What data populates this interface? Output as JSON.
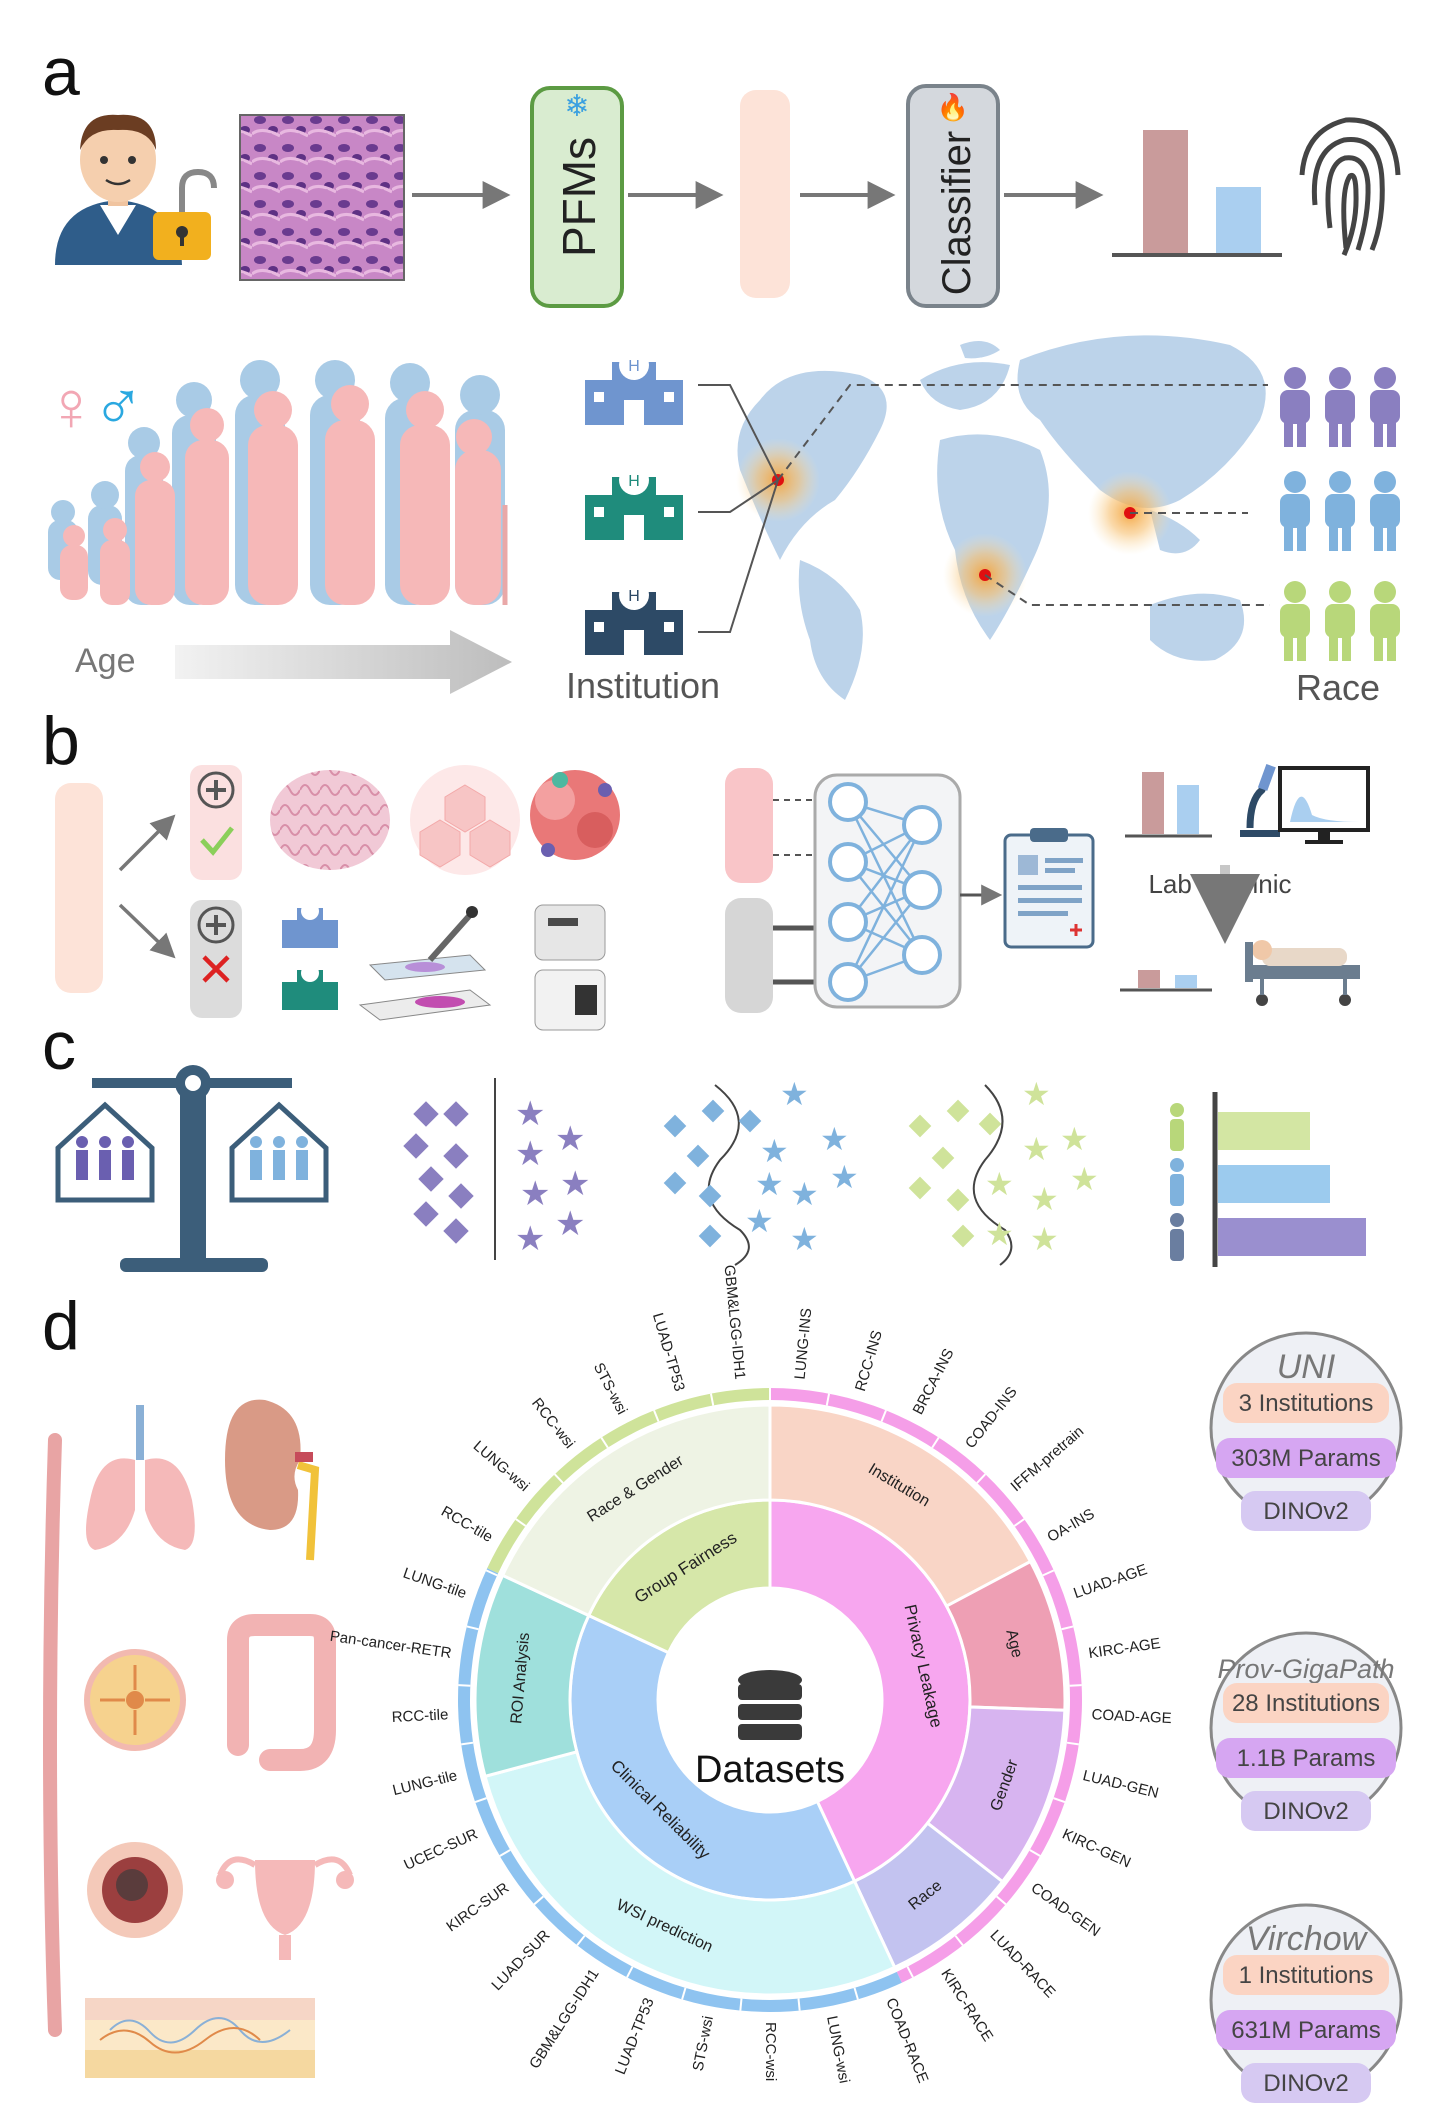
{
  "panels": {
    "a": "a",
    "b": "b",
    "c": "c",
    "d": "d"
  },
  "panel_a": {
    "pfm_label": "PFMs",
    "classifier_label": "Classifier",
    "age_label": "Age",
    "institution_label": "Institution",
    "race_label": "Race",
    "gender_symbols": {
      "female": "♀",
      "male": "♂"
    },
    "bar_colors": [
      "#c99b9b",
      "#aacff0"
    ]
  },
  "panel_b": {
    "lab_to_clinic": "Lab to Clinic"
  },
  "panel_d": {
    "center_label": "Datasets",
    "inner_ring": [
      "Group Fairness",
      "Privacy Leakage",
      "Clinical Reliability"
    ],
    "middle_ring": [
      "Race & Gender",
      "Institution",
      "Age",
      "Gender",
      "Race",
      "WSI prediction",
      "ROI Analysis"
    ],
    "outer_labels": [
      "LUNG-INS",
      "RCC-INS",
      "BRCA-INS",
      "COAD-INS",
      "IFFM-pretrain",
      "OA-INS",
      "LUAD-AGE",
      "KIRC-AGE",
      "COAD-AGE",
      "LUAD-GEN",
      "KIRC-GEN",
      "COAD-GEN",
      "LUAD-RACE",
      "KIRC-RACE",
      "COAD-RACE",
      "LUNG-wsi",
      "RCC-wsi",
      "STS-wsi",
      "LUAD-TP53",
      "GBM&LGG-IDH1",
      "LUAD-SUR",
      "KIRC-SUR",
      "UCEC-SUR",
      "LUNG-tile",
      "RCC-tile",
      "Pan-cancer-RETR",
      "LUNG-tile",
      "RCC-tile",
      "LUNG-wsi",
      "RCC-wsi",
      "STS-wsi",
      "LUAD-TP53",
      "GBM&LGG-IDH1"
    ],
    "models": [
      {
        "name": "UNI",
        "institutions": "3 Institutions",
        "params": "303M Params",
        "method": "DINOv2"
      },
      {
        "name": "Prov-GigaPath",
        "institutions": "28 Institutions",
        "params": "1.1B Params",
        "method": "DINOv2"
      },
      {
        "name": "Virchow",
        "institutions": "1 Institutions",
        "params": "631M Params",
        "method": "DINOv2"
      }
    ]
  },
  "colors": {
    "pfm_green": "#6aa84f",
    "classifier_gray": "#9aa3ab",
    "peach": "#fde3d8",
    "purple_people": "#8a7fc0",
    "blue_people": "#7fb2dd",
    "green_people": "#b8d77a",
    "privacy_pink": "#f7a6ef",
    "clinical_blue": "#a9cff7",
    "fairness_green": "#d6e7a9",
    "institution_peach": "#f9d5c6",
    "age_rose": "#ee9fb4",
    "gender_lavender": "#d7b4f0",
    "race_periwinkle": "#c3c3f0",
    "wsi_cyan": "#d2f6f8",
    "roi_teal": "#9fe0dc",
    "race_gender_sage": "#eef3e4"
  }
}
